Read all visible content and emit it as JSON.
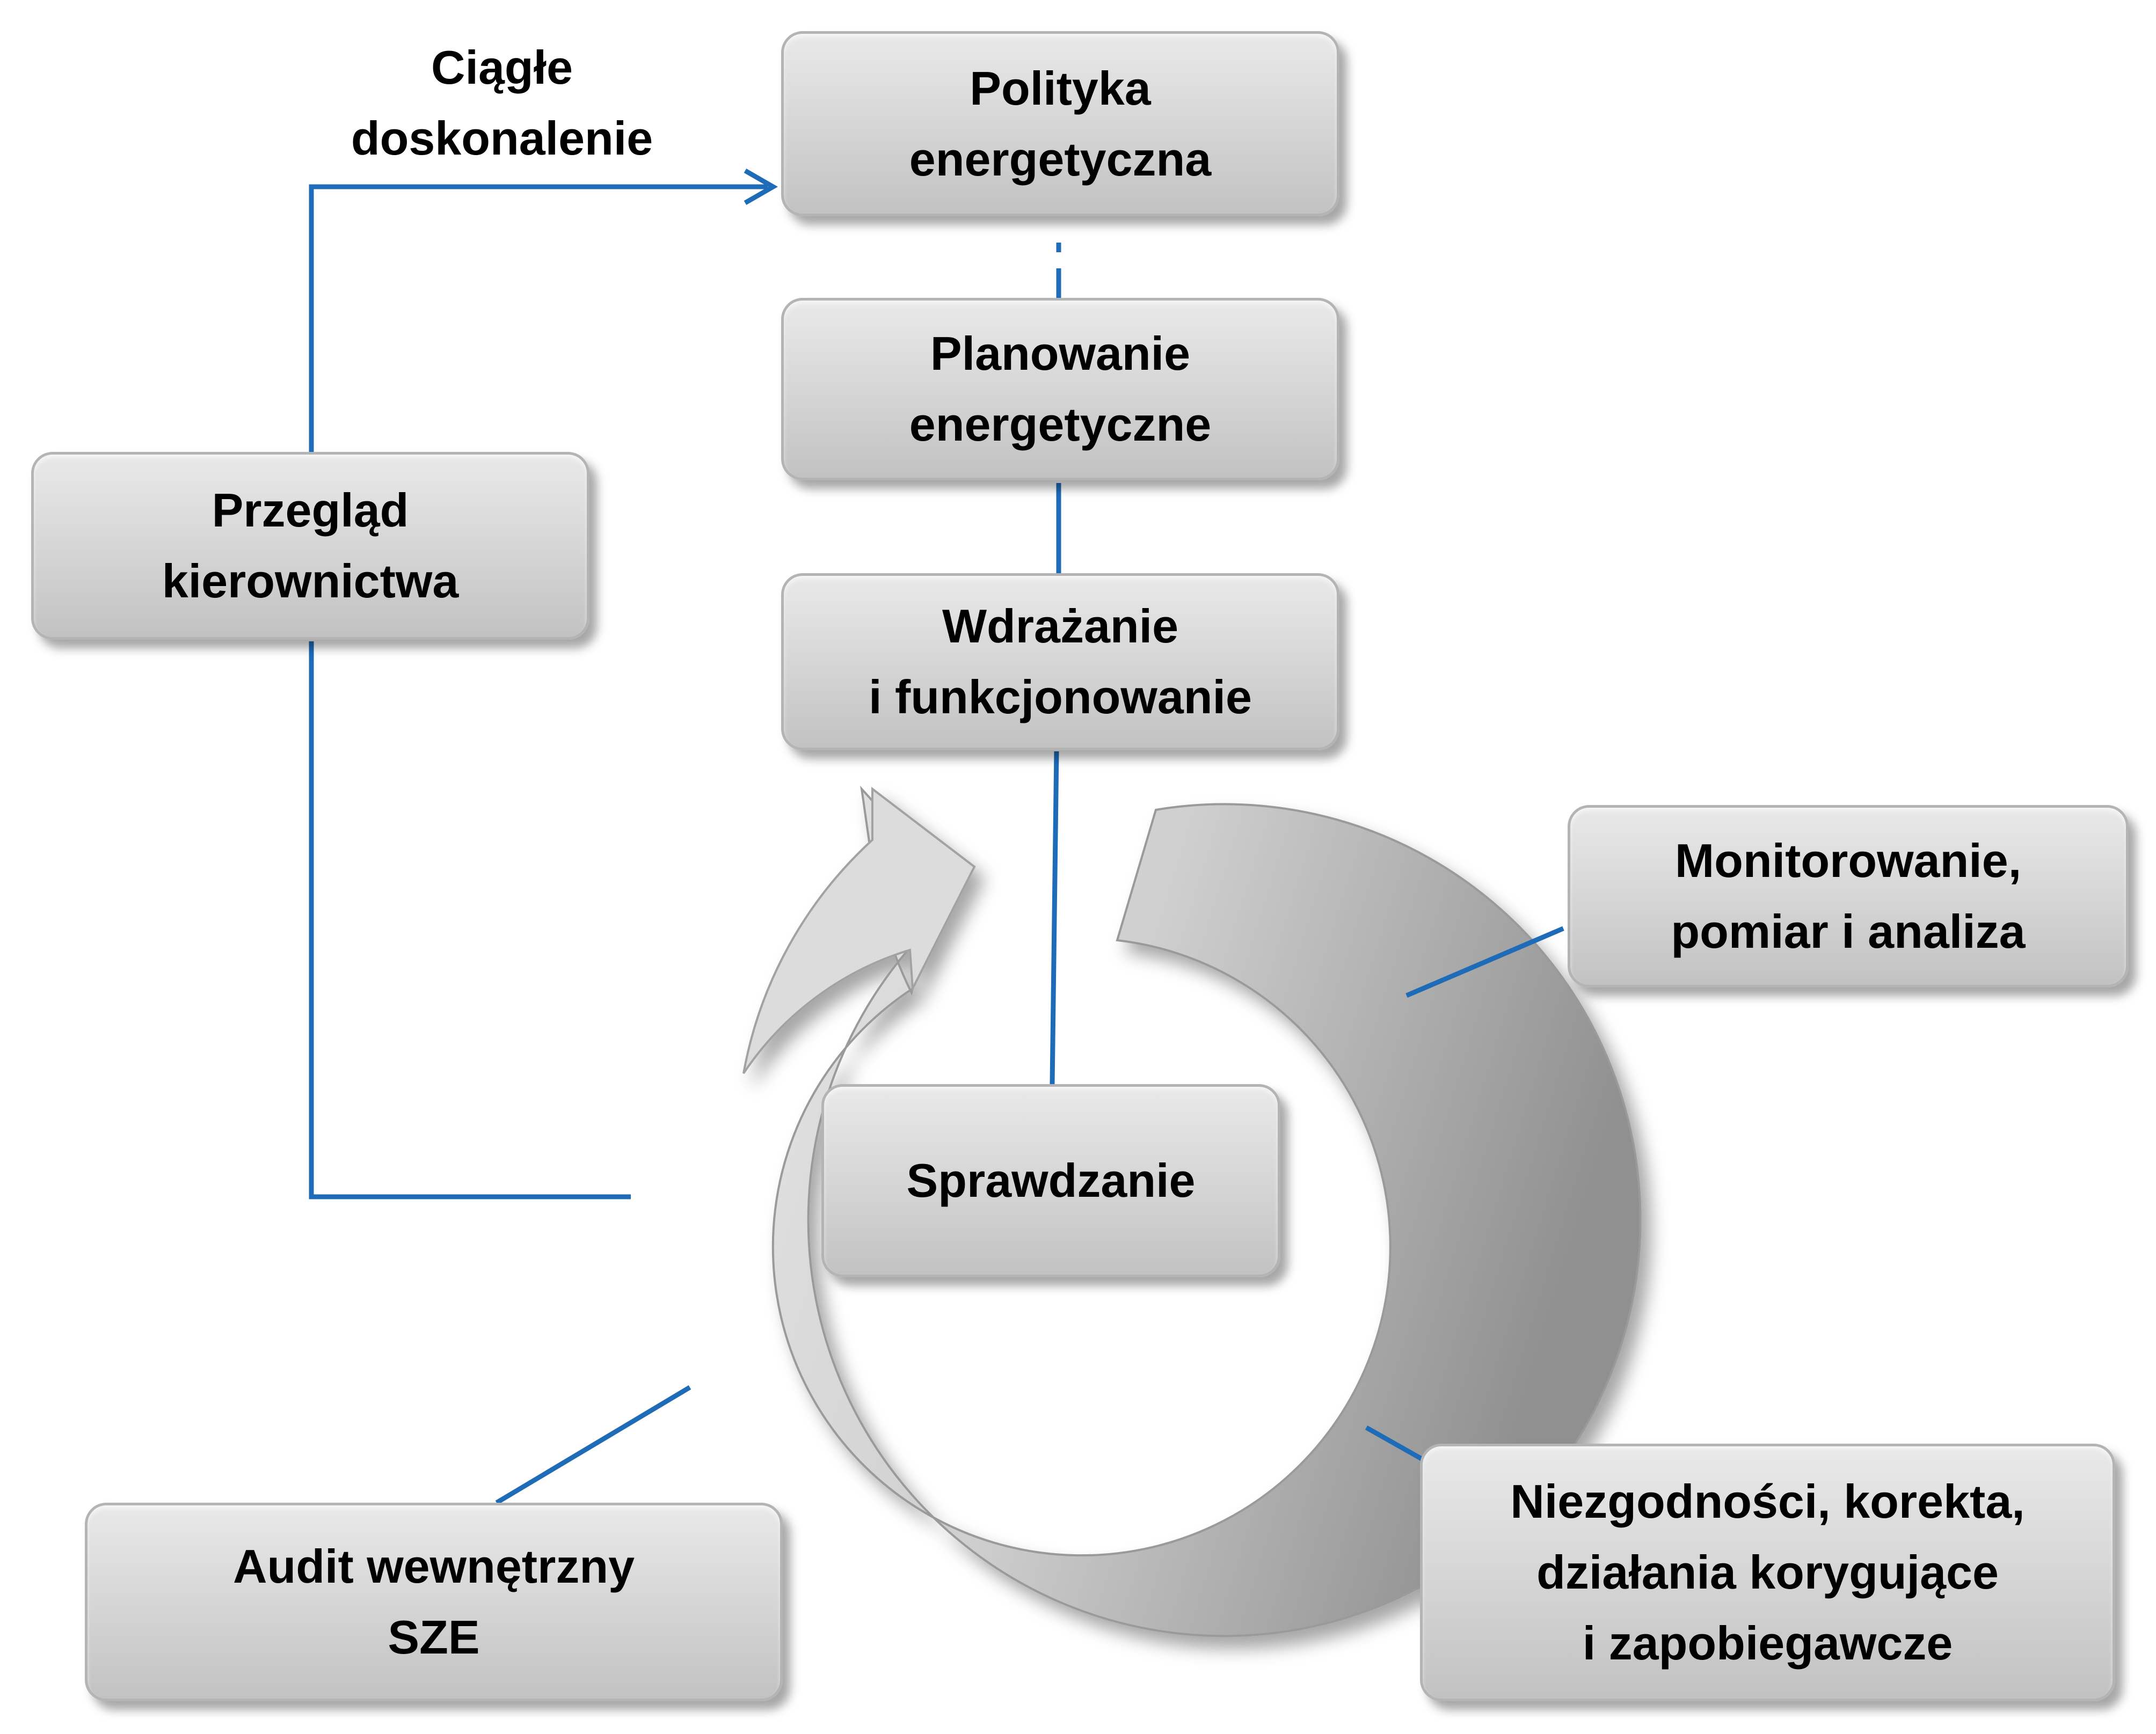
{
  "colors": {
    "connector": "#1e6bb8",
    "box_fill": "#d4d4d4",
    "box_border": "#b4b4b4",
    "ring_light": "#e3e3e3",
    "ring_dark": "#8e8e8e",
    "text": "#000000"
  },
  "diagram": {
    "continuous_improvement": {
      "line1": "Ciągłe",
      "line2": "doskonalenie"
    },
    "nodes": {
      "energy_policy": {
        "line1": "Polityka",
        "line2": "energetyczna"
      },
      "energy_planning": {
        "line1": "Planowanie",
        "line2": "energetyczne"
      },
      "implementation": {
        "line1": "Wdrażanie",
        "line2": "i funkcjonowanie"
      },
      "checking": {
        "line1": "Sprawdzanie"
      },
      "management_review": {
        "line1": "Przegląd",
        "line2": "kierownictwa"
      },
      "monitoring": {
        "line1": "Monitorowanie,",
        "line2": "pomiar i analiza"
      },
      "nonconformities": {
        "line1": "Niezgodności, korekta,",
        "line2": "działania korygujące",
        "line3": "i zapobiegawcze"
      },
      "internal_audit": {
        "line1": "Audit wewnętrzny",
        "line2": "SZE"
      }
    }
  }
}
